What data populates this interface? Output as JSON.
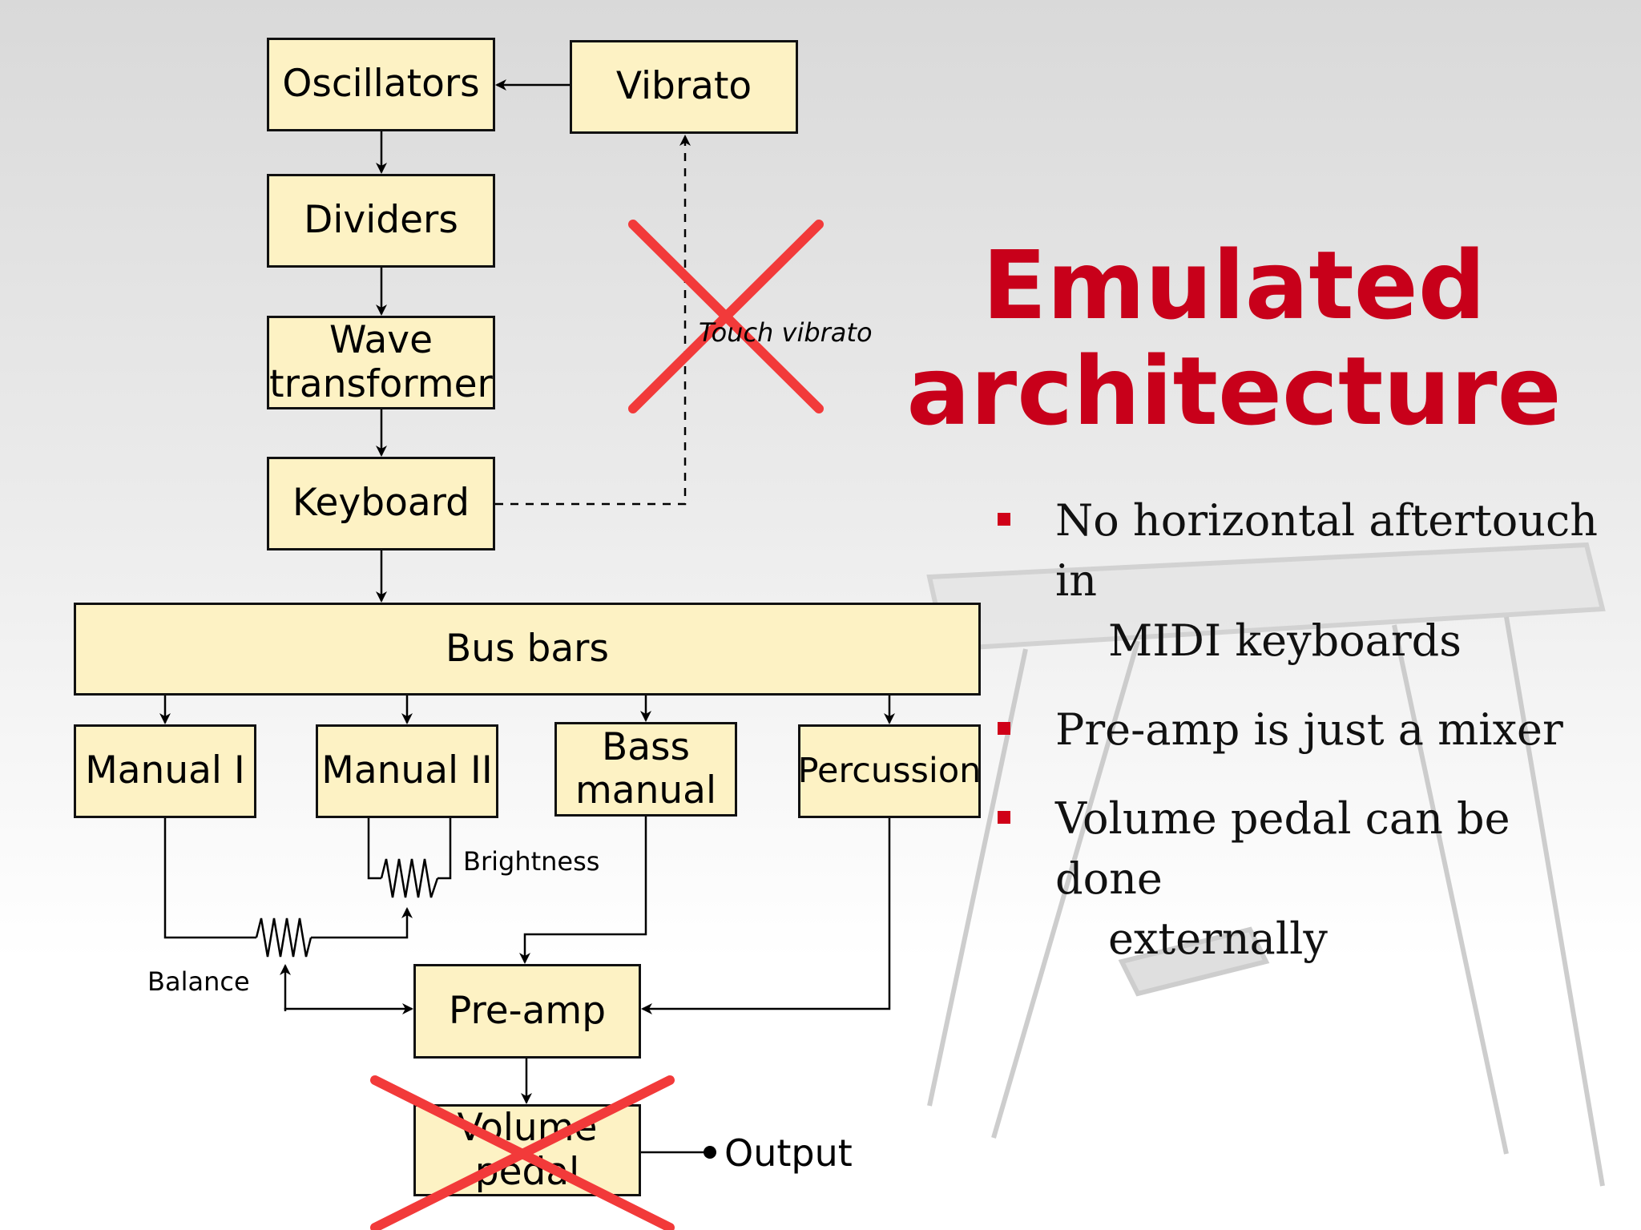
{
  "title": [
    "Emulated",
    "architecture"
  ],
  "bullets": [
    {
      "line1": "No horizontal aftertouch in",
      "line2": "MIDI keyboards"
    },
    {
      "line1": "Pre-amp is just a mixer",
      "line2": ""
    },
    {
      "line1": "Volume pedal can be done",
      "line2": "externally"
    }
  ],
  "diagram": {
    "boxes": {
      "oscillators": [
        "Oscillators"
      ],
      "vibrato": [
        "Vibrato"
      ],
      "dividers": [
        "Dividers"
      ],
      "wave_transformer": [
        "Wave",
        "transformer"
      ],
      "keyboard": [
        "Keyboard"
      ],
      "bus_bars": [
        "Bus bars"
      ],
      "manual_1": [
        "Manual I"
      ],
      "manual_2": [
        "Manual II"
      ],
      "bass_manual": [
        "Bass",
        "manual"
      ],
      "percussion": [
        "Percussion"
      ],
      "pre_amp": [
        "Pre-amp"
      ],
      "volume_pedal": [
        "Volume",
        "pedal"
      ]
    },
    "labels": {
      "touch_vibrato": "Touch vibrato",
      "brightness": "Brightness",
      "balance": "Balance",
      "output": "Output"
    }
  },
  "colors": {
    "box_fill": "#fdf2c4",
    "title": "#c8001a",
    "bullet": "#d00018",
    "cross": "#f23a3a"
  }
}
